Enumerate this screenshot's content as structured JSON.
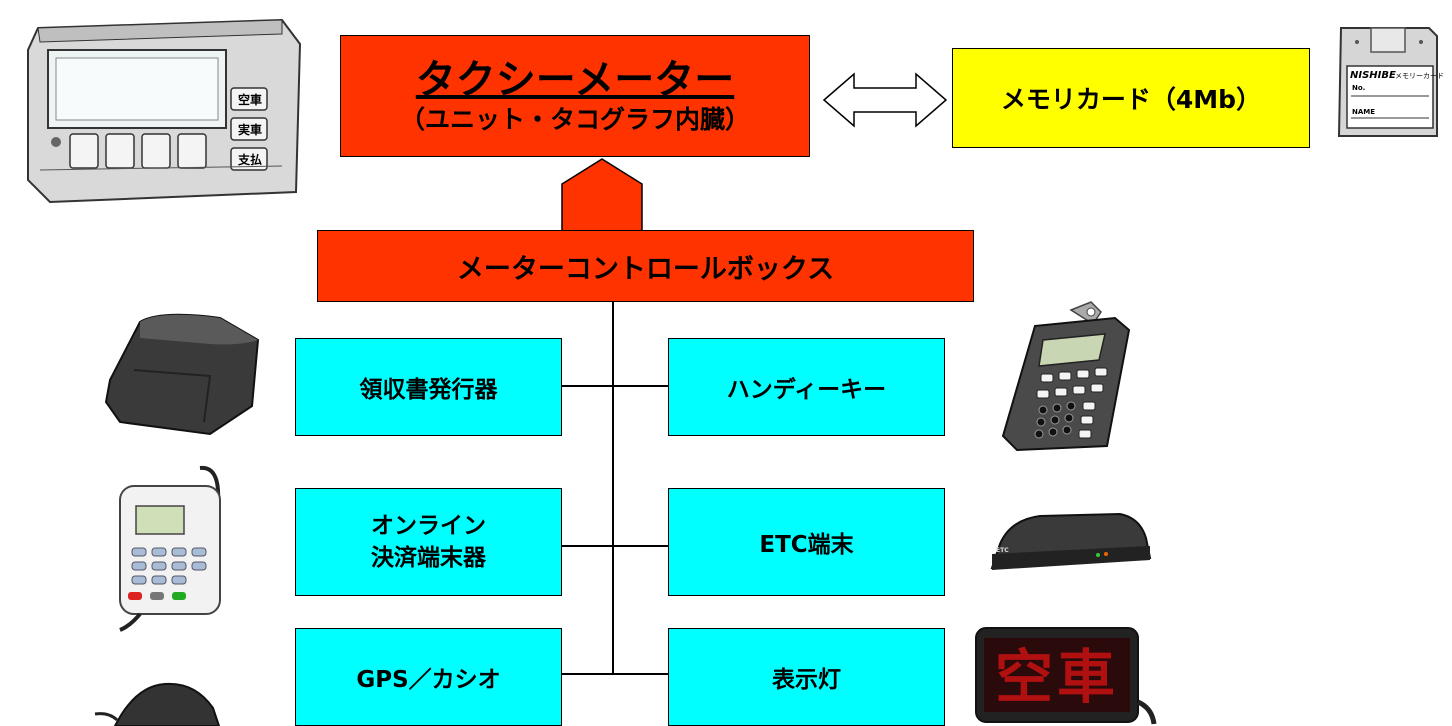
{
  "main_unit": {
    "title": "タクシーメーター",
    "subtitle": "（ユニット・タコグラフ内臓）"
  },
  "memory_card": {
    "label": "メモリカード（4Mb）"
  },
  "control_box": {
    "label": "メーターコントロールボックス"
  },
  "peripherals_left": [
    {
      "label": "領収書発行器"
    },
    {
      "line1": "オンライン",
      "line2": "決済端末器"
    },
    {
      "label": "GPS／カシオ"
    }
  ],
  "peripherals_right": [
    {
      "label": "ハンディーキー"
    },
    {
      "label": "ETC端末"
    },
    {
      "label": "表示灯"
    }
  ],
  "device_text": {
    "meter_btn_1": "空車",
    "meter_btn_2": "実車",
    "meter_btn_3": "支払",
    "card_brand": "NISHIBE",
    "card_subtitle": "メモリーカード",
    "card_field_no": "No.",
    "card_field_name": "NAME",
    "etc_label": "ETC",
    "led_sign": "空車"
  },
  "colors": {
    "red": "#ff3300",
    "cyan": "#00ffff",
    "yellow": "#ffff00"
  }
}
